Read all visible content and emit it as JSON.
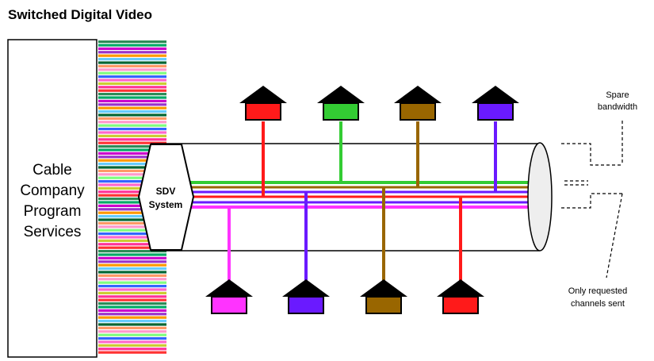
{
  "title": "Switched Digital Video",
  "source_box": {
    "lines": [
      "Cable",
      "Company",
      "Program",
      "Services"
    ]
  },
  "sdv_box": {
    "lines": [
      "SDV",
      "System"
    ]
  },
  "annotations": {
    "spare": [
      "Spare",
      "bandwidth"
    ],
    "requested": [
      "Only requested",
      "channels sent"
    ]
  },
  "colors": {
    "red": "#ff1a1a",
    "green": "#33cc33",
    "brown": "#996600",
    "purple": "#6a1aff",
    "magenta": "#ff33ff",
    "stripes": [
      "#2e8b57",
      "#ff3399",
      "#ff66cc",
      "#7fff7f",
      "#ff9966",
      "#66ccff",
      "#9933cc",
      "#00aa66",
      "#ff3333",
      "#cccc33",
      "#3366ff",
      "#ff99cc",
      "#006633",
      "#ff9900",
      "#cc00cc"
    ]
  },
  "houses_top": [
    {
      "id": "top-red",
      "color": "#ff1a1a"
    },
    {
      "id": "top-green",
      "color": "#33cc33"
    },
    {
      "id": "top-brown",
      "color": "#996600"
    },
    {
      "id": "top-purple",
      "color": "#6a1aff"
    }
  ],
  "houses_bottom": [
    {
      "id": "bottom-magenta",
      "color": "#ff33ff"
    },
    {
      "id": "bottom-purple",
      "color": "#6a1aff"
    },
    {
      "id": "bottom-brown",
      "color": "#996600"
    },
    {
      "id": "bottom-red",
      "color": "#ff1a1a"
    }
  ]
}
